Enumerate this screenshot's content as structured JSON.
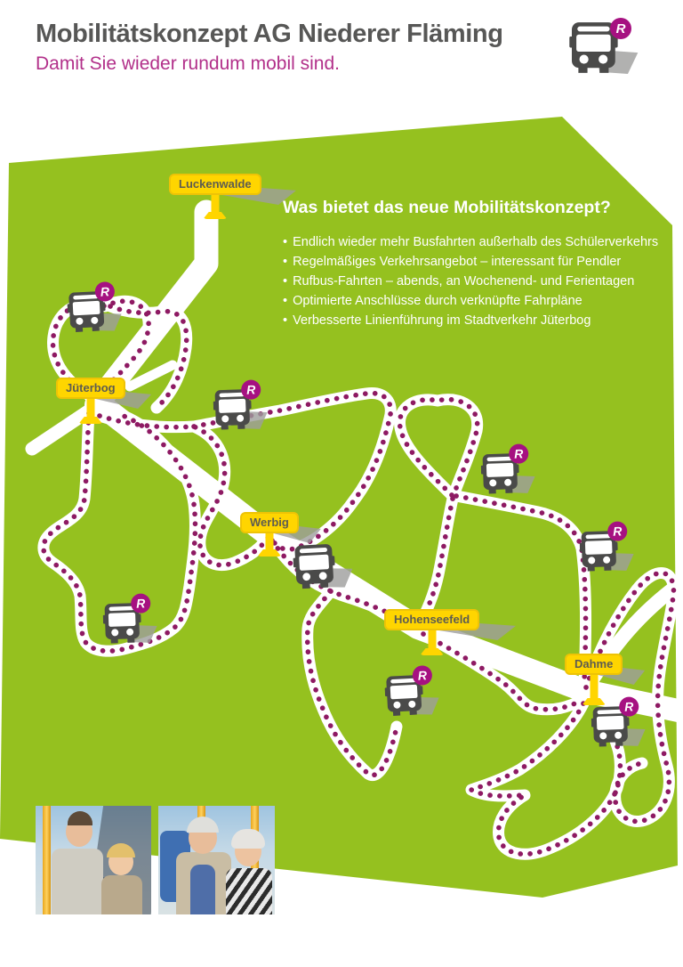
{
  "header": {
    "title": "Mobilitätskonzept AG Niederer Fläming",
    "subtitle": "Damit Sie wieder rundum mobil sind."
  },
  "branding": {
    "badge_letter": "R"
  },
  "info": {
    "heading": "Was bietet das neue Mobilitätskonzept?",
    "bullet_char": "•",
    "bullets": [
      "Endlich wieder mehr Busfahrten außerhalb des Schülerverkehrs",
      "Regelmäßiges Verkehrsangebot – interessant für Pendler",
      "Rufbus-Fahrten – abends, an Wochenend- und Ferientagen",
      "Optimierte Anschlüsse durch verknüpfte Fahrpläne",
      "Verbesserte Linienführung im Stadtverkehr Jüterbog"
    ]
  },
  "map": {
    "towns": [
      {
        "label": "Luckenwalde"
      },
      {
        "label": "Jüterbog"
      },
      {
        "label": "Werbig"
      },
      {
        "label": "Hohenseefeld"
      },
      {
        "label": "Dahme"
      }
    ]
  },
  "colors": {
    "region_green": "#95c11f",
    "route_magenta": "#8e1a63",
    "badge_magenta": "#a61181",
    "sign_yellow": "#ffd500",
    "bus_gray": "#4a4a49",
    "title_gray": "#575756",
    "subtitle_magenta": "#b2308a"
  }
}
